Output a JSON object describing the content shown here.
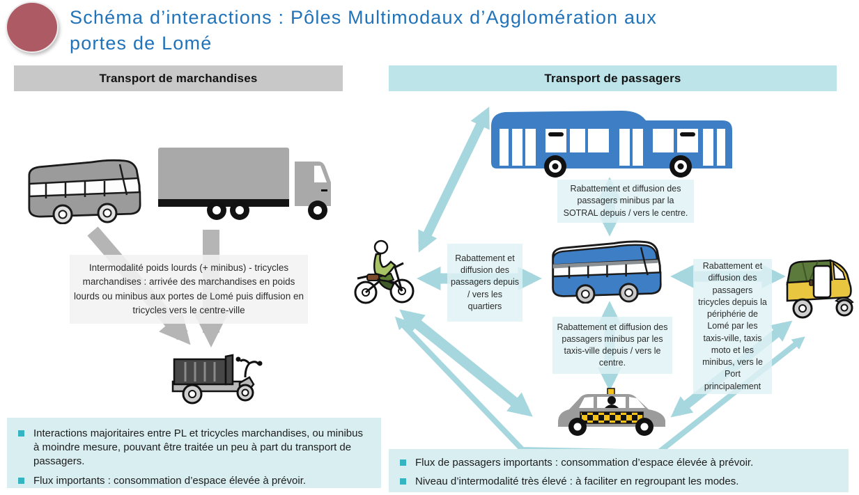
{
  "page": {
    "title": "Schéma d’interactions : Pôles Multimodaux d’Agglomération aux\nportes de Lomé"
  },
  "freight": {
    "header": "Transport de marchandises",
    "note": "Intermodalité poids lourds (+ minibus) - tricycles marchandises : arrivée des marchandises en poids lourds ou minibus aux portes de Lomé puis diffusion en tricycles vers le centre-ville",
    "icons": [
      "minibus-icon",
      "heavy-truck-icon",
      "cargo-tricycle-icon"
    ],
    "bullets": [
      "Interactions majoritaires entre PL et tricycles marchandises, ou minibus à moindre mesure, pouvant être traitée un peu à part du transport de passagers.",
      "Flux importants : consommation d’espace élevée à prévoir."
    ]
  },
  "passengers": {
    "header": "Transport de passagers",
    "flow_labels": {
      "sotral": "Rabattement et diffusion des passagers minibus par la SOTRAL depuis / vers le centre.",
      "quartiers": "Rabattement et diffusion des passagers depuis / vers les quartiers",
      "taxis_ville": "Rabattement et diffusion des passagers minibus par les taxis-ville depuis / vers le centre.",
      "tricycles": "Rabattement et diffusion des passagers tricycles depuis la périphérie de Lomé par les taxis-ville, taxis moto et les minibus, vers le Port principalement"
    },
    "icons": [
      "sotral-bus-icon",
      "moto-taxi-icon",
      "passenger-minibus-icon",
      "tricycle-taxi-icon",
      "taxi-ville-icon"
    ],
    "bullets": [
      "Flux de passagers importants : consommation d’espace élevée à prévoir.",
      "Niveau d’intermodalité très élevé : à faciliter en regroupant les modes."
    ]
  },
  "colors": {
    "title_blue": "#2173b9",
    "bullet_circle_red": "#ad5a64",
    "freight_header_bg": "#c8c8c8",
    "passenger_header_bg": "#bce4e9",
    "panel_bg": "#d9eef1",
    "flow_box_bg": "#dff1f4",
    "arrow_teal": "#a6d7de",
    "arrow_gray": "#b5b5b5",
    "bullet_marker_teal": "#35b5c2",
    "bus_blue": "#3d7ec4"
  }
}
